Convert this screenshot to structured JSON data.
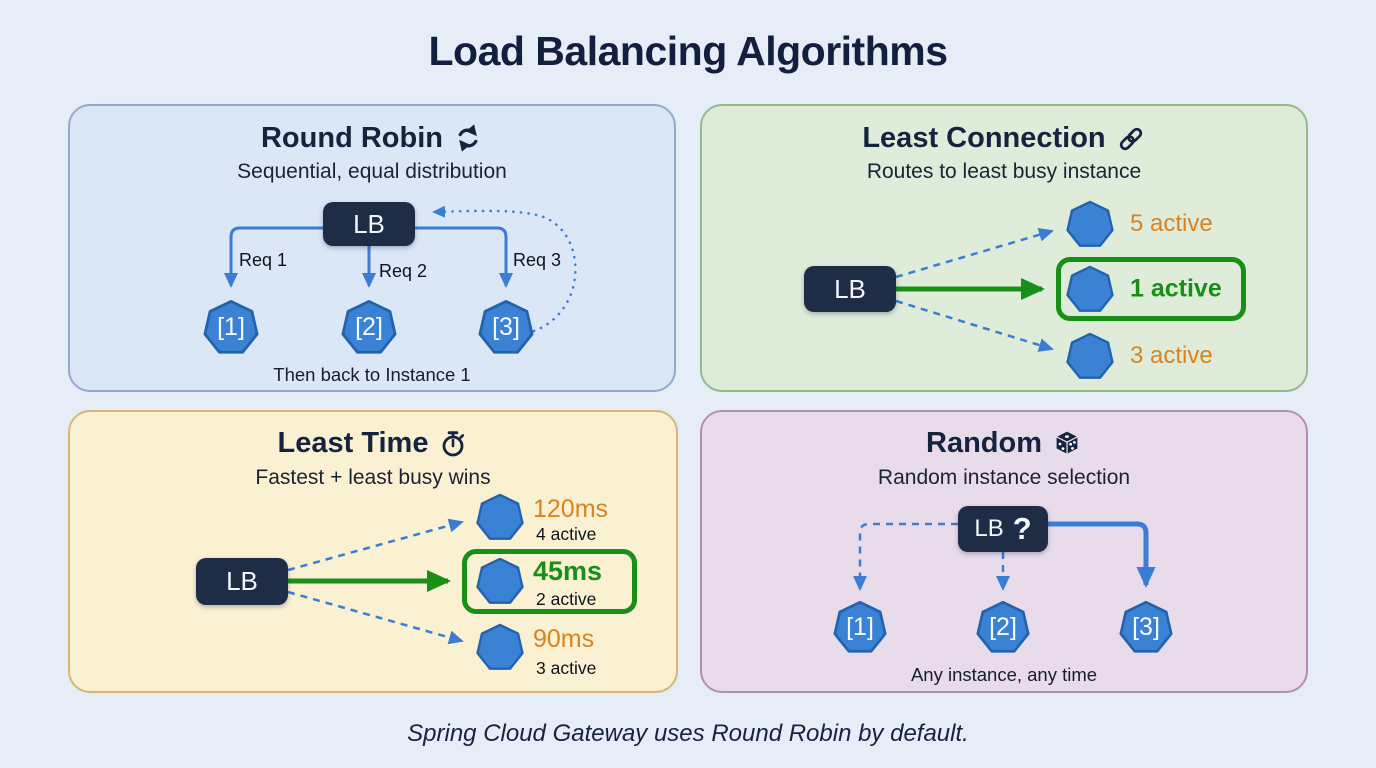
{
  "page": {
    "title": "Load Balancing Algorithms",
    "footer": "Spring Cloud Gateway uses Round Robin by default."
  },
  "colors": {
    "accent_blue": "#3b7cd4",
    "accent_green": "#189018",
    "accent_orange": "#d9831f",
    "lb_navy": "#1f2c45",
    "panel_round_robin": "#dbe6f7",
    "panel_least_connection": "#deecd9",
    "panel_least_time": "#faf0d2",
    "panel_random": "#e9dcea"
  },
  "panels": {
    "round_robin": {
      "title": "Round Robin",
      "icon": "cycle-icon",
      "subtitle": "Sequential, equal distribution",
      "lb_label": "LB",
      "requests": [
        "Req 1",
        "Req 2",
        "Req 3"
      ],
      "instances": [
        "[1]",
        "[2]",
        "[3]"
      ],
      "note": "Then back to Instance 1"
    },
    "least_connection": {
      "title": "Least Connection",
      "icon": "link-icon",
      "subtitle": "Routes to least busy instance",
      "lb_label": "LB",
      "instances": [
        {
          "count": "5 active",
          "state": "busy"
        },
        {
          "count": "1 active",
          "state": "selected"
        },
        {
          "count": "3 active",
          "state": "busy"
        }
      ]
    },
    "least_time": {
      "title": "Least Time",
      "icon": "stopwatch-icon",
      "subtitle": "Fastest + least busy wins",
      "lb_label": "LB",
      "instances": [
        {
          "time": "120ms",
          "active": "4 active",
          "state": "busy"
        },
        {
          "time": "45ms",
          "active": "2 active",
          "state": "selected"
        },
        {
          "time": "90ms",
          "active": "3 active",
          "state": "busy"
        }
      ]
    },
    "random": {
      "title": "Random",
      "icon": "dice-icon",
      "subtitle": "Random instance selection",
      "lb_label": "LB",
      "lb_question": "?",
      "instances": [
        "[1]",
        "[2]",
        "[3]"
      ],
      "note": "Any instance, any time"
    }
  }
}
